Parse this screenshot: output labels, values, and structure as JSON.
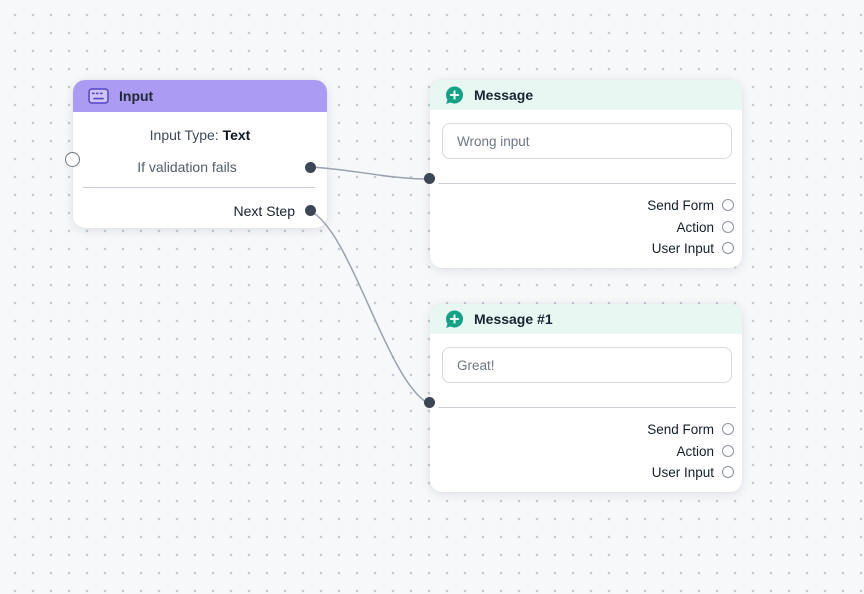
{
  "app": {
    "name": "chatbot-flow-builder"
  },
  "colors": {
    "canvas_bg": "#f7f8fa",
    "grid_dot": "#c5cad4",
    "input_header": "#ab9bf3",
    "message_header": "#e8f7f1",
    "accent_green": "#12a286",
    "port_dark": "#3c4654",
    "edge": "#99a2ad"
  },
  "nodes": {
    "input": {
      "title": "Input",
      "icon": "keyboard-icon",
      "type_label": "Input Type:",
      "type_value": "Text",
      "validation_label": "If validation fails",
      "next_step_label": "Next Step"
    },
    "message": {
      "title": "Message",
      "icon": "chat-plus-icon",
      "text": "Wrong input",
      "outputs": [
        "Send Form",
        "Action",
        "User Input"
      ]
    },
    "message1": {
      "title": "Message #1",
      "icon": "chat-plus-icon",
      "text": "Great!",
      "outputs": [
        "Send Form",
        "Action",
        "User Input"
      ]
    }
  },
  "edges": [
    {
      "from": "input:if-validation-fails",
      "to": "message:in"
    },
    {
      "from": "input:next-step",
      "to": "message1:in"
    }
  ]
}
